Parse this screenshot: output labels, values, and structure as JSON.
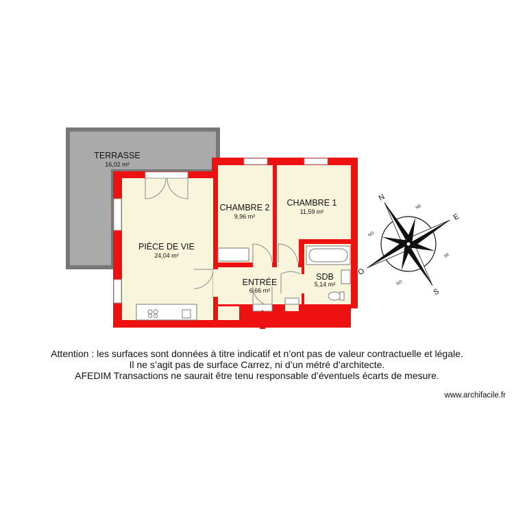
{
  "colors": {
    "wall": "#ee1111",
    "room_fill": "#f8f5dc",
    "terrace_fill": "#aaaaaa",
    "fixture": "#777777",
    "compass_dark": "#111111"
  },
  "rooms": {
    "terrasse": {
      "name": "TERRASSE",
      "area": "16,02 m²"
    },
    "piece_de_vie": {
      "name": "PIÈCE DE VIE",
      "area": "24,04 m²"
    },
    "chambre2": {
      "name": "CHAMBRE 2",
      "area": "9,96 m²"
    },
    "chambre1": {
      "name": "CHAMBRE 1",
      "area": "11,59 m²"
    },
    "entree": {
      "name": "ENTRÉE",
      "area": "6,66 m²"
    },
    "sdb": {
      "name": "SDB",
      "area": "5,14 m²"
    }
  },
  "compass": {
    "labels": {
      "n": "N",
      "s": "S",
      "e": "E",
      "w": "O",
      "ne": "NE",
      "no": "NO",
      "se": "SE",
      "so": "SO"
    }
  },
  "entrance_marker": "entrance-arrow-icon",
  "disclaimer": {
    "line1": "Attention : les surfaces sont données à titre indicatif et n’ont pas de valeur contractuelle et légale.",
    "line2": "Il ne s’agit pas de surface Carrez, ni d’un métré d’architecte.",
    "line3": "AFEDIM Transactions ne saurait être tenu responsable d’éventuels écarts de mesure."
  },
  "website": "www.archifacile.fr"
}
